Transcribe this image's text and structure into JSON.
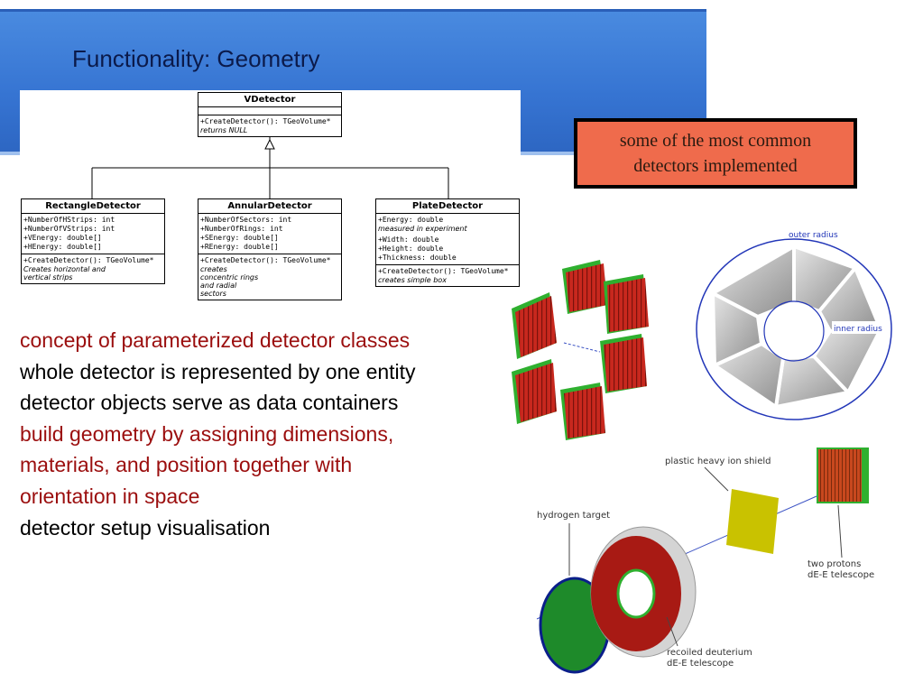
{
  "slide": {
    "title": "Functionality: Geometry"
  },
  "uml": {
    "vdetector": {
      "name": "VDetector",
      "method": "+CreateDetector(): TGeoVolume*",
      "note": "returns NULL"
    },
    "rectangle": {
      "name": "RectangleDetector",
      "attributes": [
        "+NumberOfHStrips: int",
        "+NumberOfVStrips: int",
        "+VEnergy: double[]",
        "+HEnergy: double[]"
      ],
      "method": "+CreateDetector(): TGeoVolume*",
      "note_lines": [
        "Creates horizontal and",
        "vertical strips"
      ]
    },
    "annular": {
      "name": "AnnularDetector",
      "attributes": [
        "+NumberOfSectors: int",
        "+NumberOfRings: int",
        "+SEnergy: double[]",
        "+REnergy: double[]"
      ],
      "method": "+CreateDetector(): TGeoVolume*",
      "note_lines": [
        "creates",
        "concentric rings",
        "and radial",
        "sectors"
      ]
    },
    "plate": {
      "name": "PlateDetector",
      "attr1": "+Energy: double",
      "attr1_note": "measured in experiment",
      "attributes": [
        "+Width: double",
        "+Height: double",
        "+Thickness: double"
      ],
      "method": "+CreateDetector(): TGeoVolume*",
      "note": "creates simple box"
    }
  },
  "callout": {
    "line1": "some of the most common",
    "line2": "detectors implemented"
  },
  "bullets": [
    {
      "text": "concept of parameterized detector classes",
      "color": "#9b0e0e"
    },
    {
      "text": "whole detector is represented by one entity",
      "color": "#000000"
    },
    {
      "text": "detector objects serve as data containers",
      "color": "#000000"
    },
    {
      "text": "build geometry by assigning dimensions,",
      "color": "#9b0e0e"
    },
    {
      "text": "materials, and position together with",
      "color": "#9b0e0e"
    },
    {
      "text": "orientation in space",
      "color": "#9b0e0e"
    },
    {
      "text": "detector setup visualisation",
      "color": "#000000"
    }
  ],
  "annular_figure": {
    "outer_label": "outer radius",
    "inner_label": "inner radius"
  },
  "setup_figure": {
    "shield_label": "plastic heavy ion shield",
    "target_label": "hydrogen target",
    "protons_label_1": "two protons",
    "protons_label_2": "dE-E telescope",
    "deuterium_label_1": "recoiled deuterium",
    "deuterium_label_2": "dE-E telescope"
  },
  "colors": {
    "header": "#3674d2",
    "callout": "#ef6b4c",
    "red_text": "#9b0e0e",
    "strip_red": "#c8281e",
    "strip_green": "#2fb02f"
  }
}
